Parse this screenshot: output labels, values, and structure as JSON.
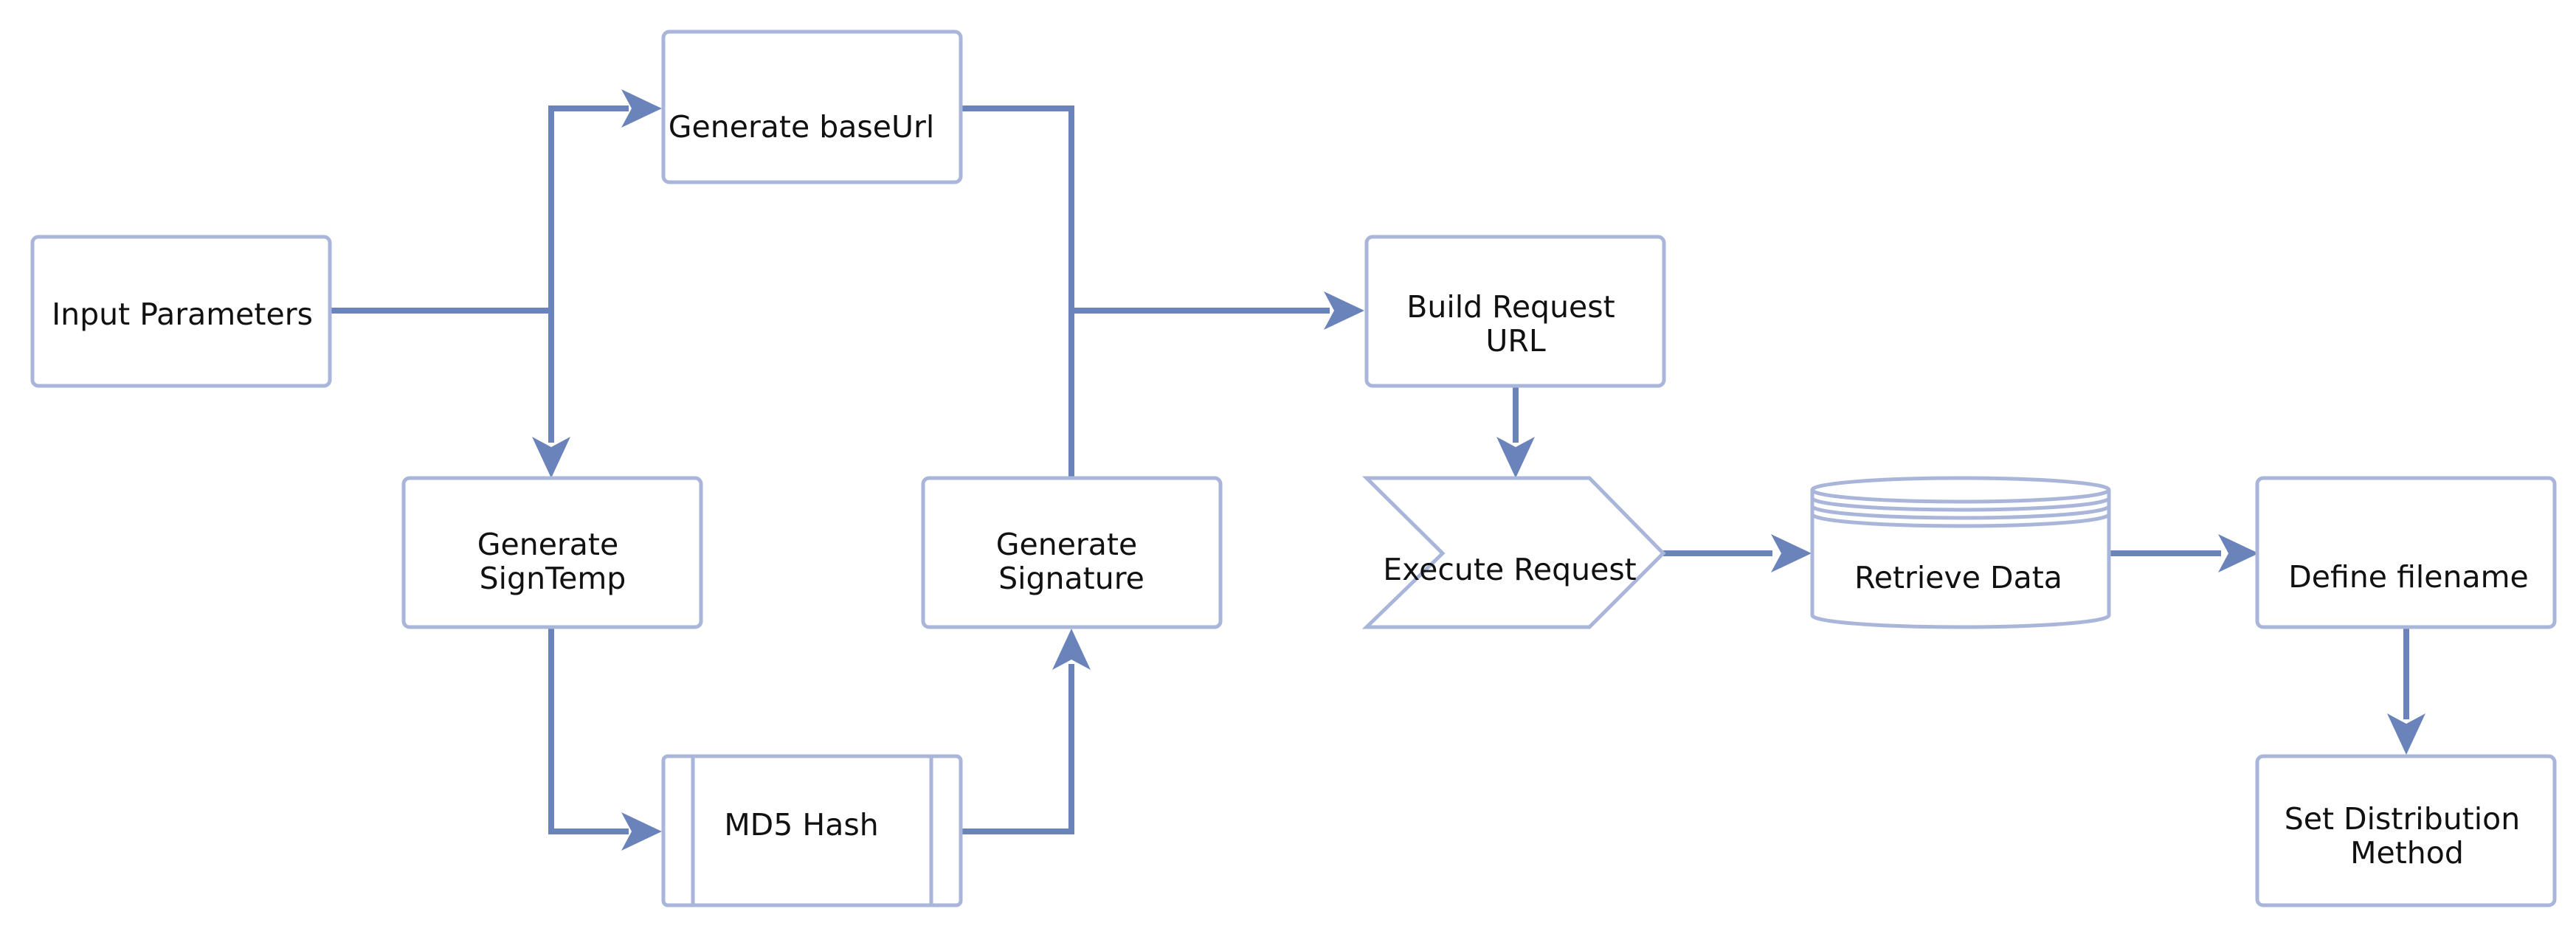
{
  "colors": {
    "node_border": "#a9b6d9",
    "edge": "#6a83bb",
    "text": "#111111",
    "background": "#ffffff"
  },
  "nodes": {
    "input_parameters": {
      "label_lines": [
        "Input Parameters"
      ]
    },
    "generate_baseurl": {
      "label_lines": [
        "Generate baseUrl"
      ]
    },
    "generate_signtemp": {
      "label_lines": [
        "Generate",
        "SignTemp"
      ]
    },
    "md5_hash": {
      "label_lines": [
        "MD5 Hash"
      ]
    },
    "generate_signature": {
      "label_lines": [
        "Generate",
        "Signature"
      ]
    },
    "build_request_url": {
      "label_lines": [
        "Build Request",
        "URL"
      ]
    },
    "execute_request": {
      "label_lines": [
        "Execute Request"
      ]
    },
    "retrieve_data": {
      "label_lines": [
        "Retrieve Data"
      ]
    },
    "define_filename": {
      "label_lines": [
        "Define filename"
      ]
    },
    "set_distribution_method": {
      "label_lines": [
        "Set Distribution",
        "Method"
      ]
    }
  },
  "edges": [
    {
      "from": "input_parameters",
      "to": "generate_baseurl"
    },
    {
      "from": "input_parameters",
      "to": "generate_signtemp"
    },
    {
      "from": "generate_signtemp",
      "to": "md5_hash"
    },
    {
      "from": "md5_hash",
      "to": "generate_signature"
    },
    {
      "from": "generate_baseurl",
      "to": "build_request_url"
    },
    {
      "from": "generate_signature",
      "to": "build_request_url"
    },
    {
      "from": "build_request_url",
      "to": "execute_request"
    },
    {
      "from": "execute_request",
      "to": "retrieve_data"
    },
    {
      "from": "retrieve_data",
      "to": "define_filename"
    },
    {
      "from": "define_filename",
      "to": "set_distribution_method"
    }
  ]
}
